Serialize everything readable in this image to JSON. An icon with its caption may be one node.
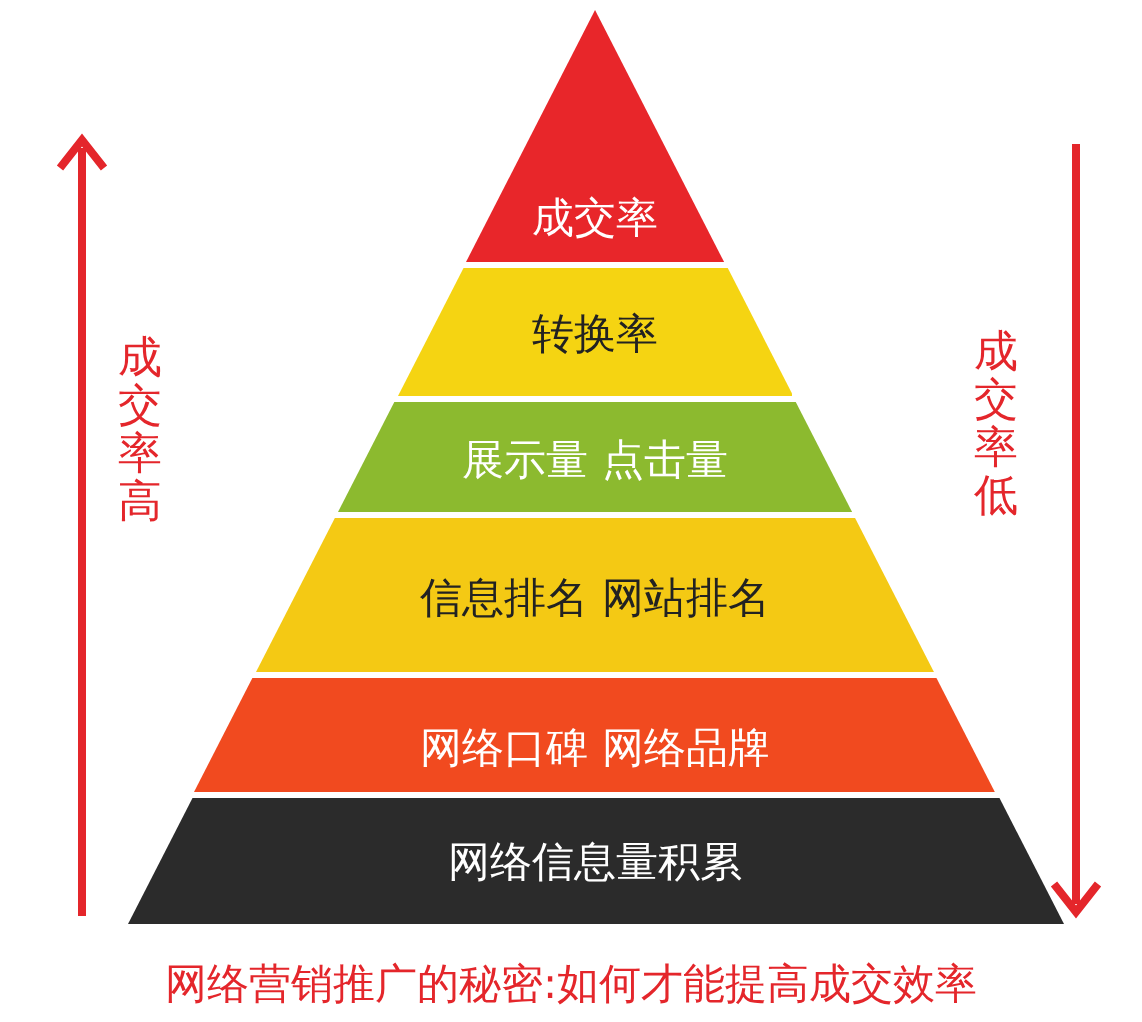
{
  "diagram": {
    "caption": "网络营销推广的秘密:如何才能提高成交效率",
    "nodes": [
      {
        "text": [
          "成交率"
        ]
      },
      {
        "text": [
          "转换率"
        ]
      },
      {
        "text": [
          "展示量 点击量"
        ]
      },
      {
        "text": [
          "信息排名 网站排名"
        ]
      },
      {
        "text": [
          "网络口碑 网络品牌"
        ]
      },
      {
        "text": [
          "网络信息量积累"
        ]
      }
    ],
    "labels": [
      "成交率高",
      "成交率低"
    ]
  }
}
